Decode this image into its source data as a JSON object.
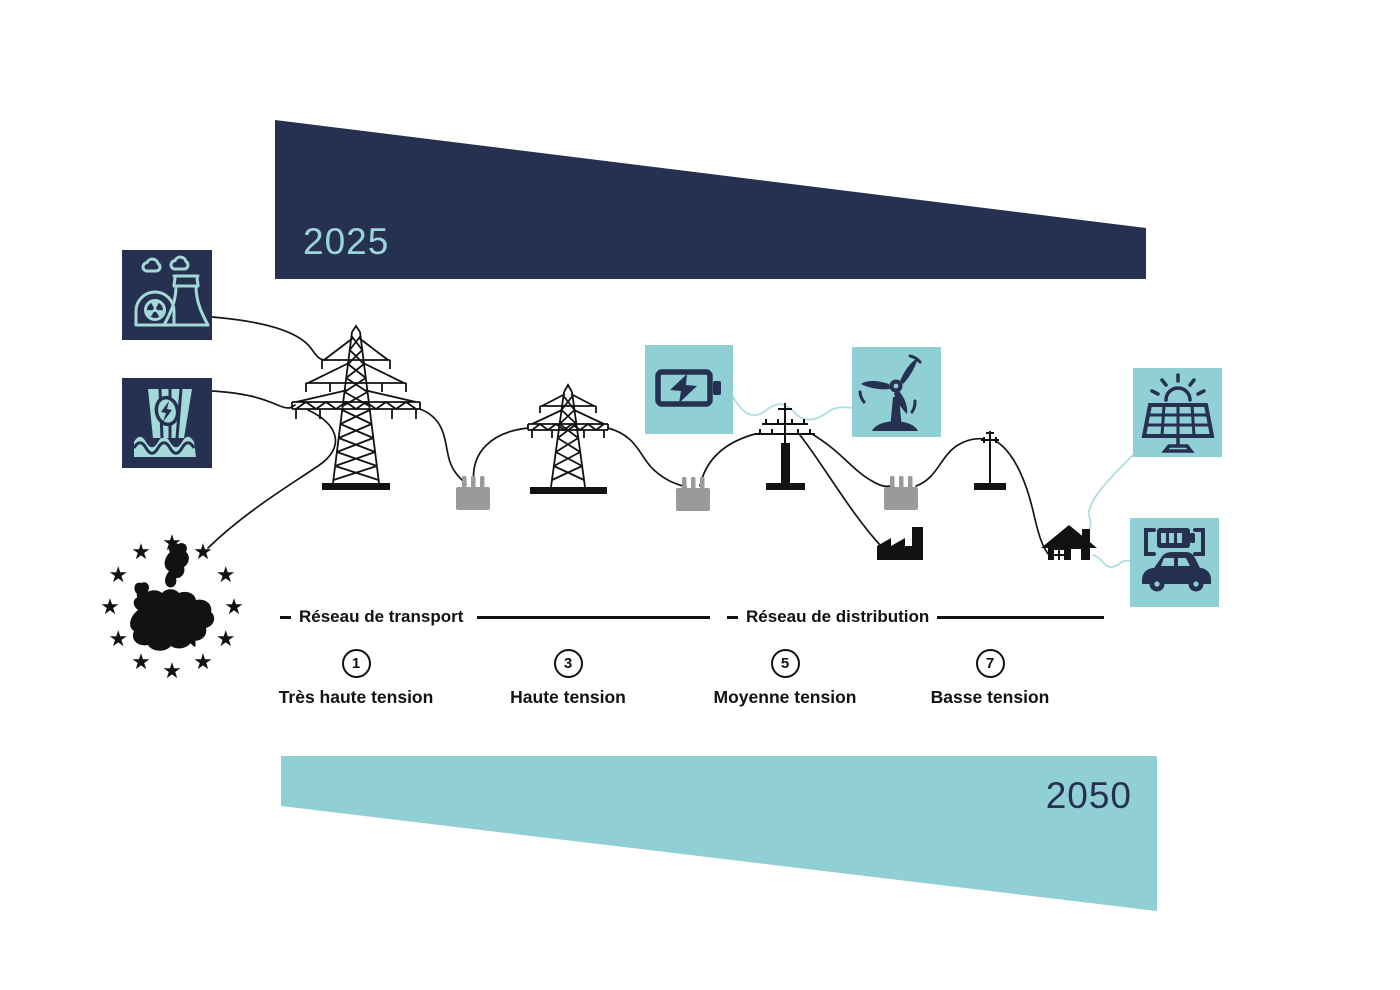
{
  "years": {
    "start": "2025",
    "end": "2050"
  },
  "networks": {
    "transport_label": "Réseau de transport",
    "distribution_label": "Réseau de distribution"
  },
  "stages": [
    {
      "number": "1",
      "label": "Très haute tension"
    },
    {
      "number": "3",
      "label": "Haute tension"
    },
    {
      "number": "5",
      "label": "Moyenne tension"
    },
    {
      "number": "7",
      "label": "Basse tension"
    }
  ],
  "icons": {
    "nuclear": "nuclear-power-plant-icon",
    "hydro": "hydroelectric-dam-icon",
    "europe": "europe-stars-map-icon",
    "battery": "battery-storage-icon",
    "wind": "wind-turbine-icon",
    "solar": "solar-panel-icon",
    "ev": "ev-charging-car-icon",
    "factory": "factory-icon",
    "house": "house-icon",
    "pylon_very_high": "transmission-pylon-icon",
    "pylon_high": "transmission-tower-icon",
    "pole_medium": "utility-pole-icon",
    "pole_low": "utility-pole-small-icon",
    "transformer": "transformer-icon"
  },
  "colors": {
    "navy": "#263152",
    "teal": "#90CFD4",
    "icon_light": "#A3DAD8",
    "line_light": "#AEDEE2",
    "transformer_gray": "#9A9A9A",
    "black": "#121212"
  }
}
